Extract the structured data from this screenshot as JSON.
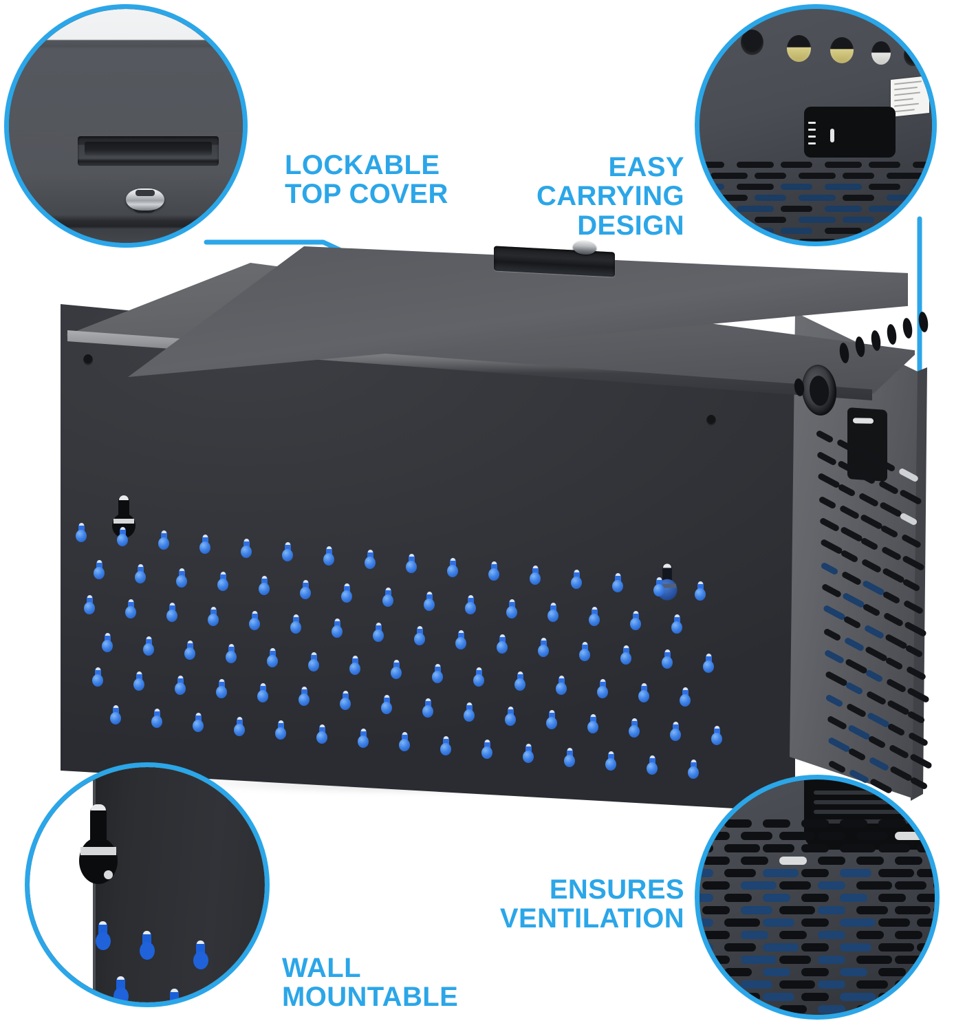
{
  "product": {
    "name": "lockable-charging-cabinet",
    "description": "Black steel lockable charging station cabinet shown at a three-quarter angle"
  },
  "brand": {
    "accent_color": "#2BA6E8",
    "accent_color_dark": "#1E8FCC",
    "peg_blue": "#2F6FE0",
    "body_dark": "#34363B",
    "body_mid": "#55585E",
    "body_light": "#6A6C71"
  },
  "callouts": [
    {
      "id": "lockable-top-cover",
      "label": "LOCKABLE\nTOP COVER",
      "label_align": "left",
      "position": "top-left",
      "detail_features": [
        "recessed-handle",
        "barrel-lock"
      ]
    },
    {
      "id": "easy-carrying-design",
      "label": "EASY\nCARRYING\nDESIGN",
      "label_align": "right",
      "position": "top-right",
      "detail_features": [
        "cable-holes",
        "handle-cutout",
        "ventilation-slots",
        "spec-label"
      ]
    },
    {
      "id": "wall-mountable",
      "label": "WALL\nMOUNTABLE",
      "label_align": "left",
      "position": "bottom-left",
      "detail_features": [
        "keyhole-mount-slot",
        "blue-keyhole-slots"
      ]
    },
    {
      "id": "ensures-ventilation",
      "label": "ENSURES\nVENTILATION",
      "label_align": "right",
      "position": "bottom-right",
      "detail_features": [
        "ventilation-slot-array",
        "blue-cables"
      ]
    }
  ],
  "hotspots": [
    {
      "id": "hotspot-top-cover",
      "target": "lid surface"
    },
    {
      "id": "hotspot-carry-handle",
      "target": "side handle cutout"
    },
    {
      "id": "hotspot-wall-mount",
      "target": "front keyhole slot"
    },
    {
      "id": "hotspot-vents",
      "target": "side ventilation slots"
    }
  ]
}
